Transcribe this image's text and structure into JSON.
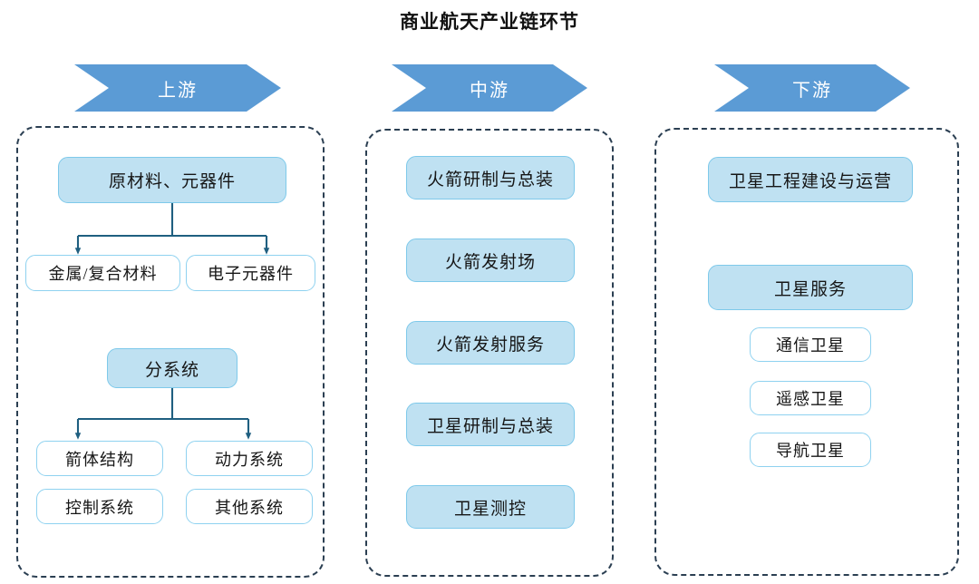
{
  "title": "商业航天产业链环节",
  "colors": {
    "banner_blue": "#5b9bd5",
    "node_fill": "#bfe1f2",
    "node_border": "#7ec9ea",
    "hollow_border": "#8fd2f0",
    "group_border": "#2b3f52",
    "connector": "#1f5f80",
    "title_text": "#111111",
    "node_text": "#161616"
  },
  "stages": [
    {
      "id": "upstream",
      "label": "上游"
    },
    {
      "id": "midstream",
      "label": "中游"
    },
    {
      "id": "downstream",
      "label": "下游"
    }
  ],
  "upstream": {
    "raw_materials": "原材料、元器件",
    "raw_children": [
      "金属/复合材料",
      "电子元器件"
    ],
    "subsystem": "分系统",
    "subsystem_children": [
      "箭体结构",
      "动力系统",
      "控制系统",
      "其他系统"
    ]
  },
  "midstream": {
    "items": [
      "火箭研制与总装",
      "火箭发射场",
      "火箭发射服务",
      "卫星研制与总装",
      "卫星测控"
    ]
  },
  "downstream": {
    "engineering": "卫星工程建设与运营",
    "satellite_service": "卫星服务",
    "satellite_service_children": [
      "通信卫星",
      "遥感卫星",
      "导航卫星"
    ]
  }
}
